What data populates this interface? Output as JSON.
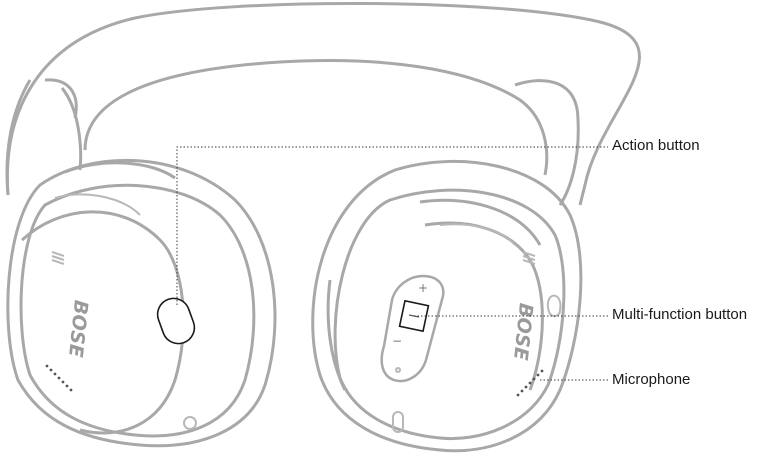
{
  "callouts": {
    "action_button": "Action button",
    "multi_function_button": "Multi-function button",
    "microphone": "Microphone"
  },
  "brand_mark": "BOSE",
  "colors": {
    "outline": "#a8a8a8",
    "detail": "#b8b8b8",
    "callout_line": "#3a3a3a",
    "text": "#1a1a1a",
    "background": "#ffffff"
  }
}
